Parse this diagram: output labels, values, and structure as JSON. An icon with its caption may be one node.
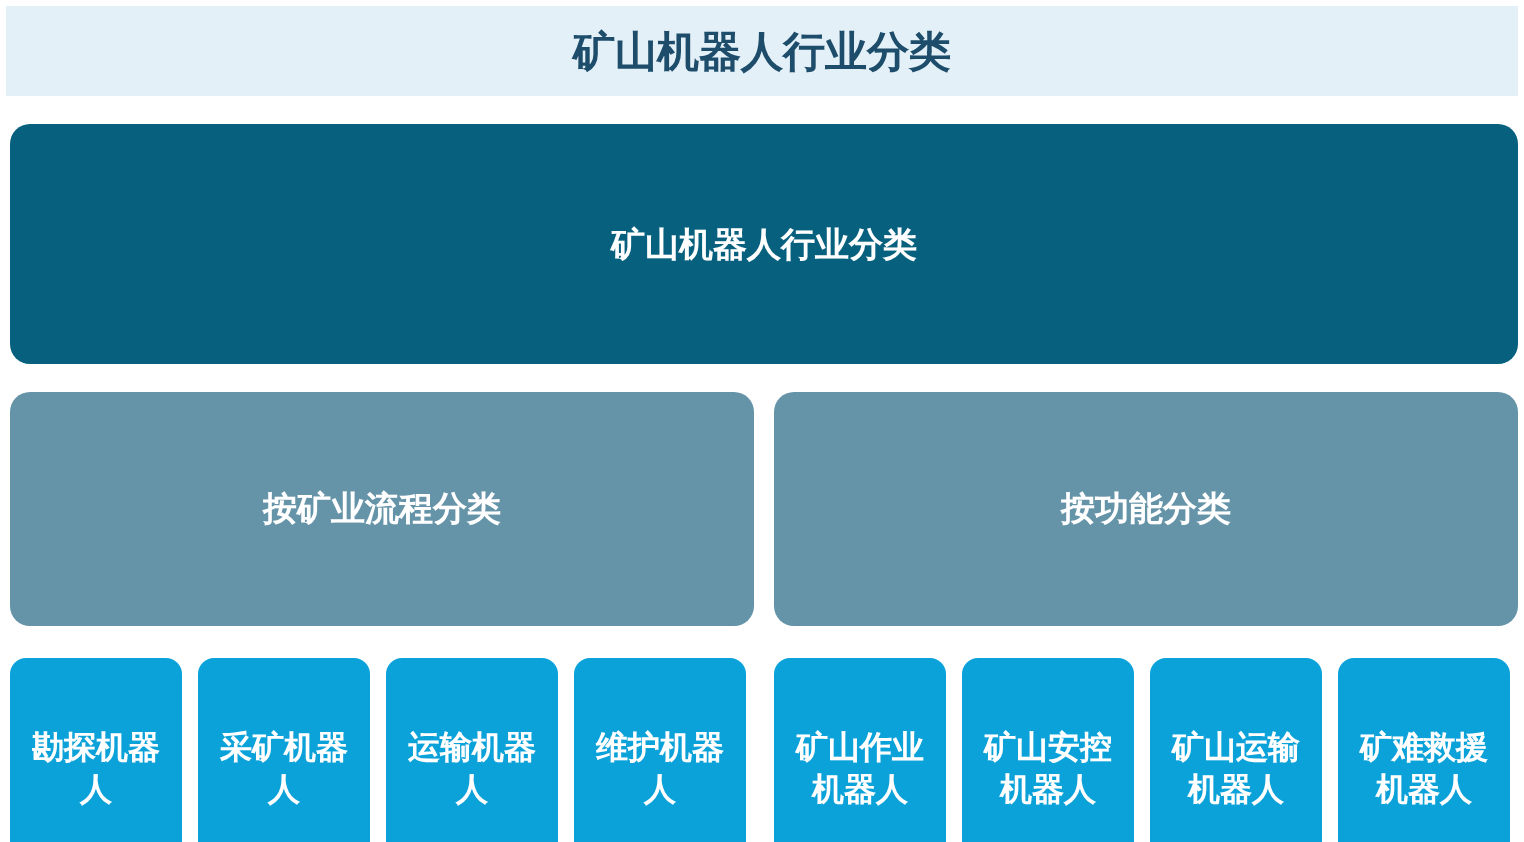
{
  "diagram": {
    "title": "矿山机器人行业分类",
    "nodes": [
      {
        "text": [
          "矿山机器人行业分类"
        ]
      },
      {
        "text": [
          "按矿业流程分类"
        ]
      },
      {
        "text": [
          "按功能分类"
        ]
      },
      {
        "text": [
          "勘探机器人"
        ]
      },
      {
        "text": [
          "采矿机器人"
        ]
      },
      {
        "text": [
          "运输机器人"
        ]
      },
      {
        "text": [
          "维护机器人"
        ]
      },
      {
        "text": [
          "矿山作业机器人"
        ]
      },
      {
        "text": [
          "矿山安控机器人"
        ]
      },
      {
        "text": [
          "矿山运输机器人"
        ]
      },
      {
        "text": [
          "矿难救援机器人"
        ]
      }
    ]
  }
}
